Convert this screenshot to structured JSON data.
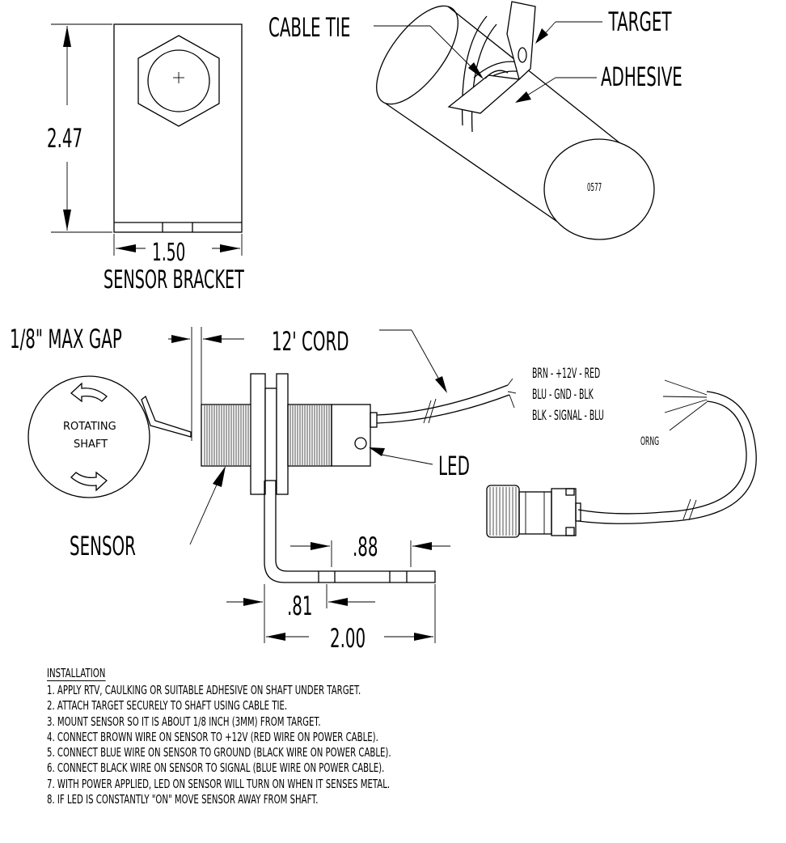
{
  "bracket": {
    "height_dim": "2.47",
    "width_dim": "1.50",
    "title": "SENSOR BRACKET"
  },
  "shaft_view": {
    "cable_tie": "CABLE TIE",
    "target": "TARGET",
    "adhesive": "ADHESIVE",
    "serial": "0577"
  },
  "assembly": {
    "max_gap": "1/8\" MAX GAP",
    "cord": "12' CORD",
    "shaft_line1": "ROTATING",
    "shaft_line2": "SHAFT",
    "led": "LED",
    "sensor": "SENSOR",
    "dim_88": ".88",
    "dim_81": ".81",
    "dim_200": "2.00"
  },
  "wiring": {
    "row1": "BRN  -  +12V  -  RED",
    "row2": "BLU  -  GND  -  BLK",
    "row3": "BLK  -  SIGNAL - BLU",
    "orng": "ORNG"
  },
  "installation": {
    "title": "INSTALLATION",
    "steps": [
      "1.  APPLY RTV, CAULKING OR SUITABLE ADHESIVE ON SHAFT UNDER TARGET.",
      "2.  ATTACH TARGET SECURELY TO SHAFT USING CABLE TIE.",
      "3.  MOUNT SENSOR SO IT IS ABOUT 1/8 INCH (3MM) FROM TARGET.",
      "4.  CONNECT BROWN WIRE ON SENSOR TO +12V (RED WIRE ON POWER CABLE).",
      "5.  CONNECT BLUE WIRE ON SENSOR TO GROUND (BLACK WIRE ON POWER CABLE).",
      "6.  CONNECT BLACK WIRE ON SENSOR TO SIGNAL (BLUE WIRE ON POWER CABLE).",
      "7.  WITH POWER APPLIED, LED ON SENSOR WILL TURN ON WHEN IT SENSES METAL.",
      "8.  IF LED IS CONSTANTLY \"ON\" MOVE SENSOR AWAY FROM SHAFT."
    ]
  }
}
